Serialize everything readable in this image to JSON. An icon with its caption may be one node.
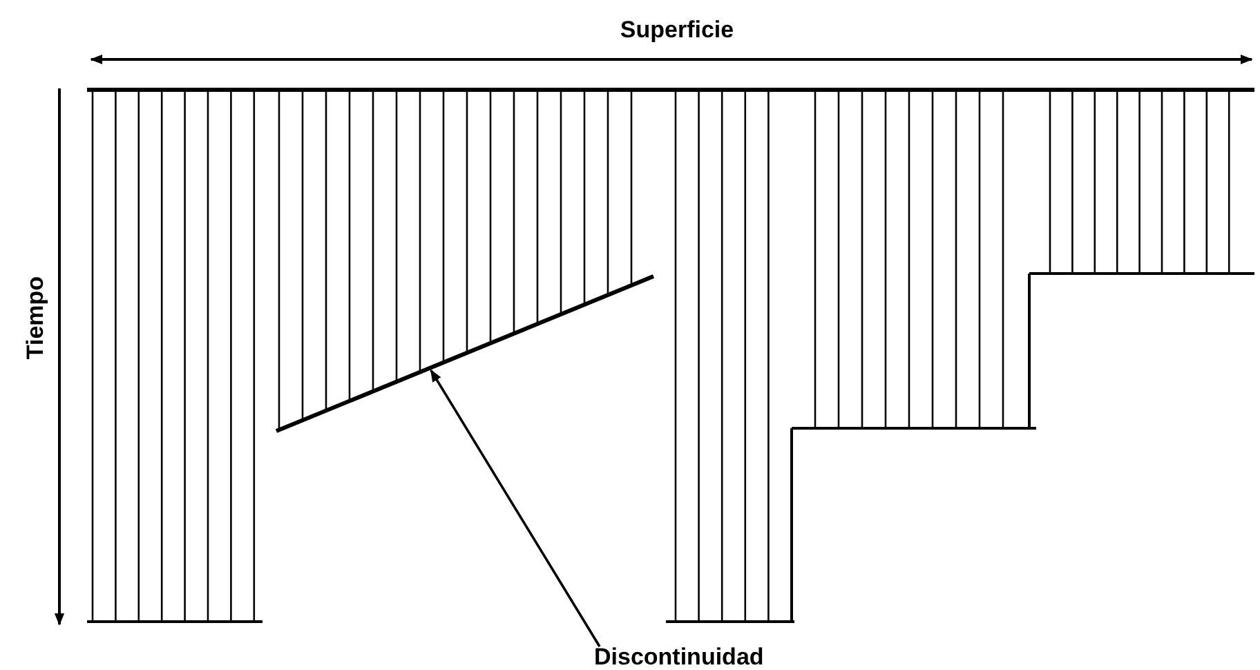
{
  "diagram": {
    "nodes": [
      {
        "text": [
          "Discontinuidad"
        ]
      },
      {
        "text": [],
        "shape": "line"
      }
    ],
    "edges": [
      {
        "from": 0,
        "to": 1,
        "arrow": "to"
      }
    ],
    "labels": [
      "Superficie",
      "Tiempo"
    ]
  }
}
